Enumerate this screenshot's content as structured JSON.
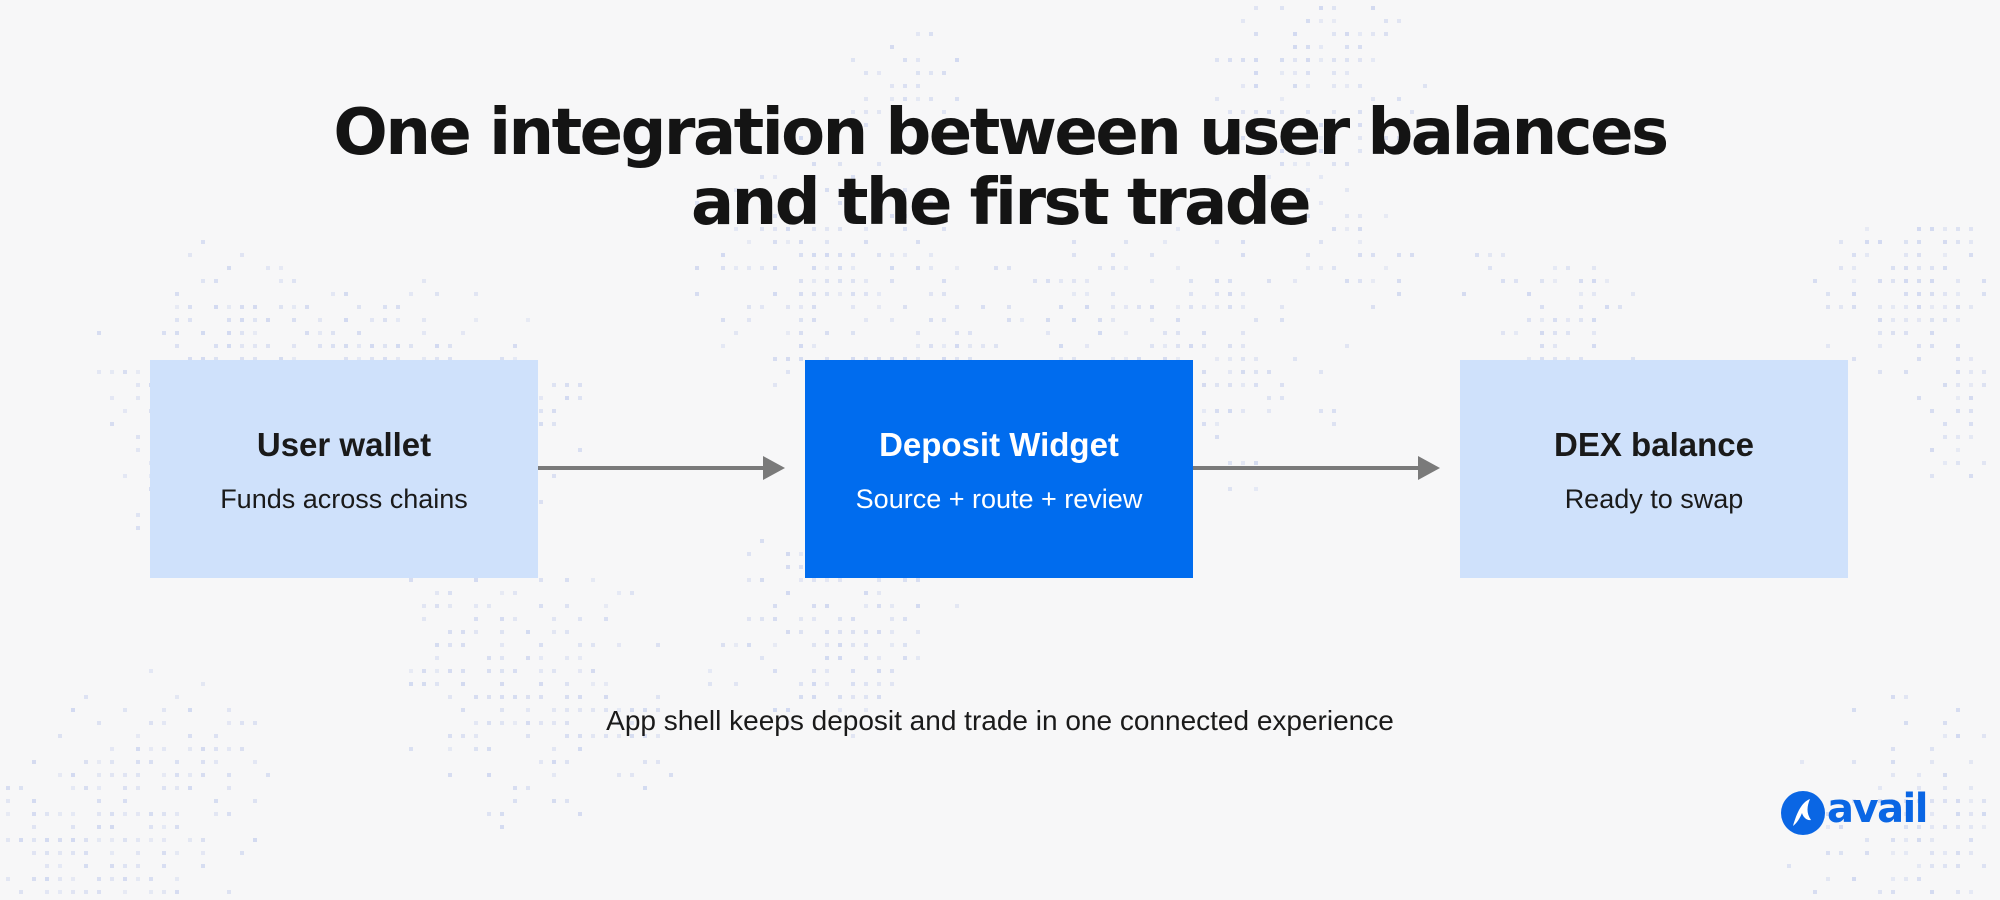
{
  "title": {
    "line1": "One integration between user balances",
    "line2": "and the first trade"
  },
  "nodes": [
    {
      "title": "User wallet",
      "subtitle": "Funds across chains",
      "highlighted": false
    },
    {
      "title": "Deposit Widget",
      "subtitle": "Source + route + review",
      "highlighted": true
    },
    {
      "title": "DEX balance",
      "subtitle": "Ready to swap",
      "highlighted": false
    }
  ],
  "edges": [
    {
      "from": "User wallet",
      "to": "Deposit Widget"
    },
    {
      "from": "Deposit Widget",
      "to": "DEX balance"
    }
  ],
  "caption": "App shell keeps deposit and trade in one connected experience",
  "logo": {
    "text": "avail"
  },
  "colors": {
    "background": "#f7f7f8",
    "box_light": "#cfe1fb",
    "box_accent": "#006cee",
    "arrow": "#7a7a7a",
    "brand": "#0a66e4",
    "dots": "#c9d2ee"
  }
}
